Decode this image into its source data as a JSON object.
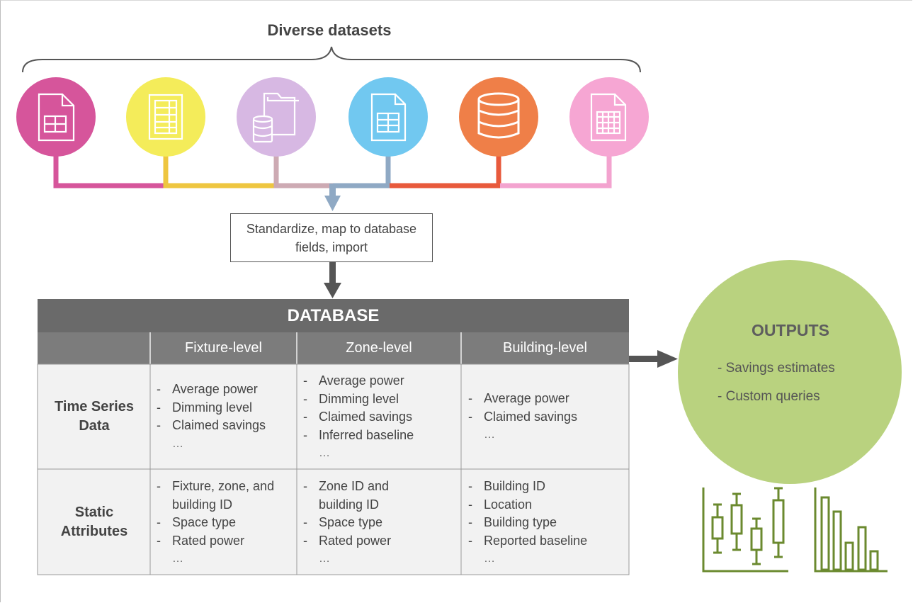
{
  "header": {
    "title": "Diverse datasets"
  },
  "sources": [
    {
      "name": "spreadsheet-doc-icon",
      "color": "#d6559b"
    },
    {
      "name": "columnar-file-icon",
      "color": "#f4ec5a"
    },
    {
      "name": "folder-database-icon",
      "color": "#d7b8e3"
    },
    {
      "name": "table-doc-icon",
      "color": "#71c8f0"
    },
    {
      "name": "database-icon",
      "color": "#ef7f48"
    },
    {
      "name": "grid-file-icon",
      "color": "#f6a6d3"
    }
  ],
  "process": {
    "label": "Standardize, map to database fields, import"
  },
  "database": {
    "title": "DATABASE",
    "columns": [
      "Fixture-level",
      "Zone-level",
      "Building-level"
    ],
    "rows": [
      {
        "label_lines": [
          "Time Series",
          "Data"
        ],
        "cells": [
          {
            "items": [
              "Average power",
              "Dimming level",
              "Claimed savings"
            ],
            "more": "…"
          },
          {
            "items": [
              "Average power",
              "Dimming level",
              "Claimed savings",
              "Inferred baseline"
            ],
            "more": "…"
          },
          {
            "items": [
              "Average power",
              "Claimed savings"
            ],
            "more": "…"
          }
        ]
      },
      {
        "label_lines": [
          "Static",
          "Attributes"
        ],
        "cells": [
          {
            "items": [
              "Fixture, zone, and building ID",
              "Space type",
              "Rated power"
            ],
            "more": "…"
          },
          {
            "items": [
              "Zone ID and building ID",
              "Space type",
              "Rated power"
            ],
            "more": "…"
          },
          {
            "items": [
              "Building ID",
              "Location",
              "Building type",
              "Reported baseline"
            ],
            "more": "…"
          }
        ]
      }
    ]
  },
  "outputs": {
    "title": "OUTPUTS",
    "items": [
      "Savings estimates",
      "Custom queries"
    ],
    "icons": [
      "box-plot-icon",
      "bar-chart-icon"
    ],
    "color": "#b9d27f",
    "icon_color": "#6b8a2f"
  },
  "colors": {
    "db_header": "#6a6a6a",
    "cell_bg": "#f2f2f2",
    "arrow": "#555555",
    "merge_arrow": "#8fa9c4"
  }
}
